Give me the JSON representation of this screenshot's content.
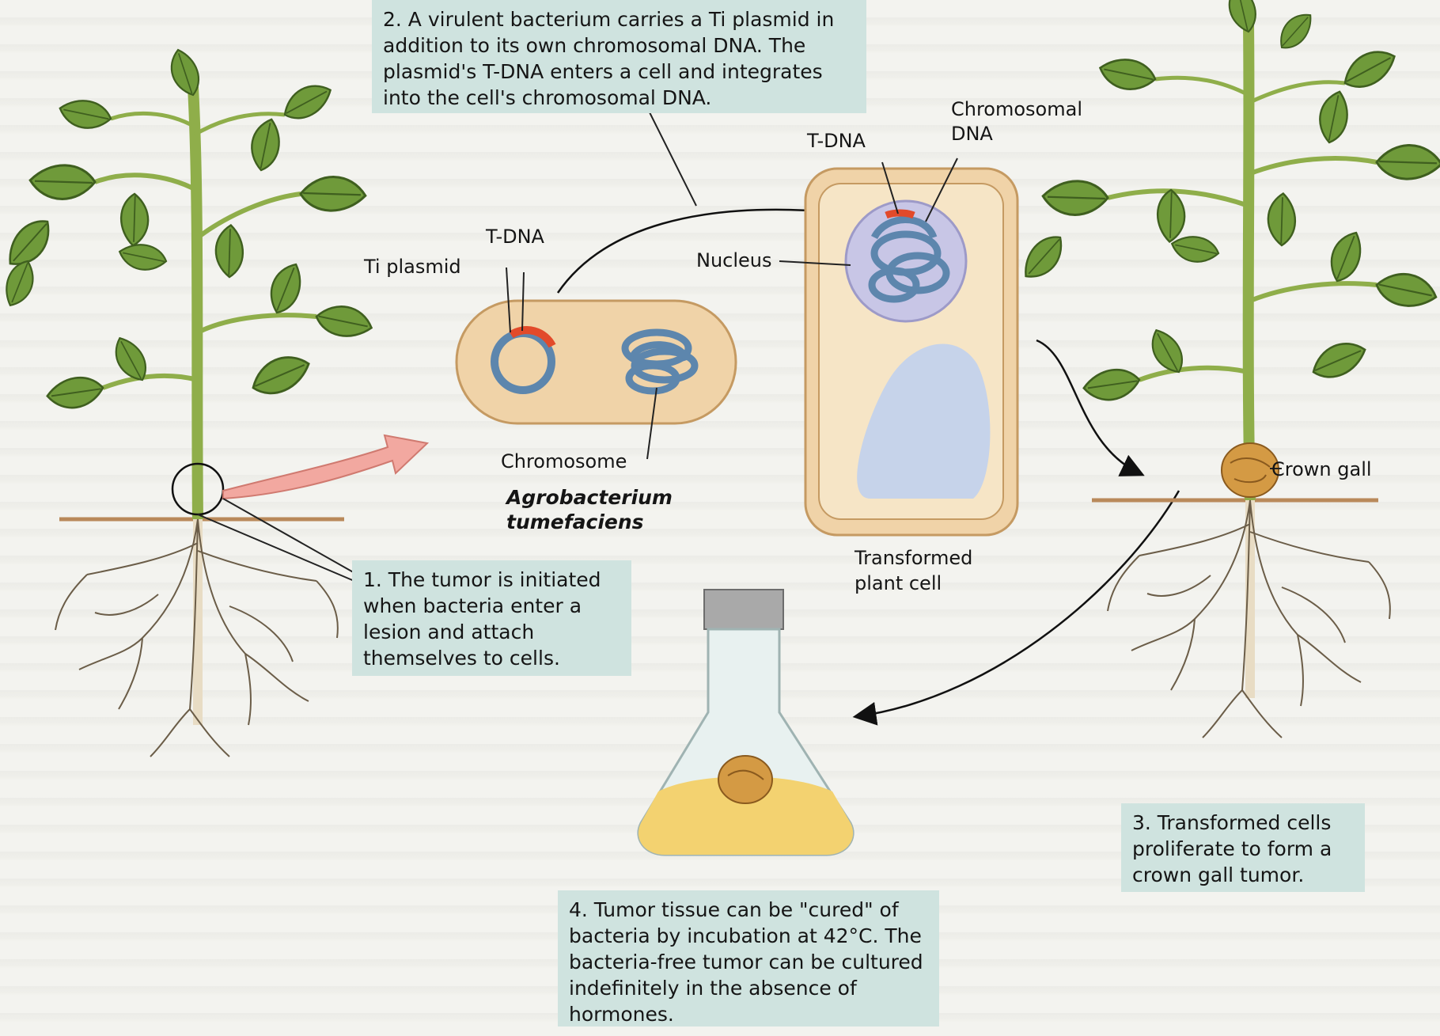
{
  "step1": "1. The tumor is initiated when bacteria enter a lesion and attach themselves to cells.",
  "step2": "2. A virulent bacterium carries a Ti plasmid in addition to its own chromosomal DNA. The plasmid's T-DNA enters a cell and integrates into the cell's chromosomal DNA.",
  "step3": "3. Transformed cells proliferate to form a crown gall tumor.",
  "step4": "4. Tumor tissue can be \"cured\" of bacteria by incubation at 42°C. The bacteria-free tumor can be cultured indefinitely in the absence of hormones.",
  "labels": {
    "ti_plasmid": "Ti plasmid",
    "t_dna_bacterium": "T-DNA",
    "chromosome": "Chromosome",
    "species_line1": "Agrobacterium",
    "species_line2": "tumefaciens",
    "t_dna_cell": "T-DNA",
    "chromosomal_dna_line1": "Chromosomal",
    "chromosomal_dna_line2": "DNA",
    "nucleus": "Nucleus",
    "transformed_line1": "Transformed",
    "transformed_line2": "plant cell",
    "crown_gall": "Crown gall"
  },
  "colors": {
    "caption_box": "#cfe3df",
    "leaf": "#6f9a3a",
    "stem": "#8fae4a",
    "root": "#e8dcc4",
    "soil_line": "#b9895a",
    "bacterium": "#f0d3a8",
    "dna": "#5d86ad",
    "t_dna": "#e24a2a",
    "nucleus": "#c8c6e6",
    "vacuole": "#c6d3ea",
    "arrow_pink": "#f2a8a0",
    "gall": "#d49a44",
    "medium": "#f3d270"
  }
}
